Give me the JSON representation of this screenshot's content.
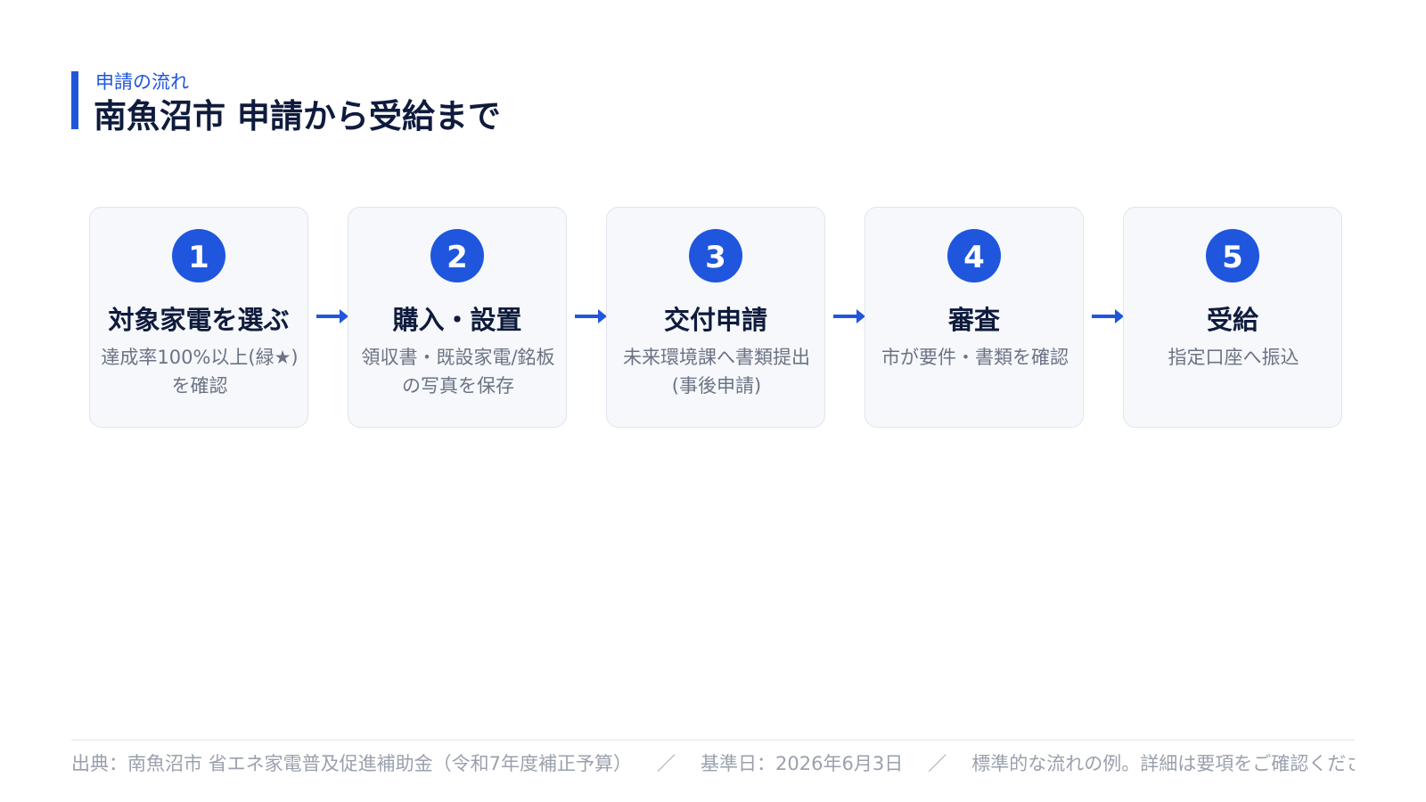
{
  "header": {
    "eyebrow": "申請の流れ",
    "title": "南魚沼市 申請から受給まで"
  },
  "steps": [
    {
      "number": "1",
      "title": "対象家電を選ぶ",
      "description": "達成率100%以上(緑★)を確認"
    },
    {
      "number": "2",
      "title": "購入・設置",
      "description": "領収書・既設家電/銘板の写真を保存"
    },
    {
      "number": "3",
      "title": "交付申請",
      "description": "未来環境課へ書類提出(事後申請)"
    },
    {
      "number": "4",
      "title": "審査",
      "description": "市が要件・書類を確認"
    },
    {
      "number": "5",
      "title": "受給",
      "description": "指定口座へ振込"
    }
  ],
  "footer": {
    "source": "出典：南魚沼市 省エネ家電普及促進補助金（令和7年度補正予算）",
    "separator": "／",
    "reference_date": "基準日：2026年6月3日",
    "note": "標準的な流れの例。詳細は要項をご確認ください"
  },
  "colors": {
    "accent": "#1f56dd",
    "title": "#0f1b3d",
    "card_bg": "#f6f8fb",
    "card_border": "#dfe5ee",
    "muted_text": "#6b7384"
  }
}
